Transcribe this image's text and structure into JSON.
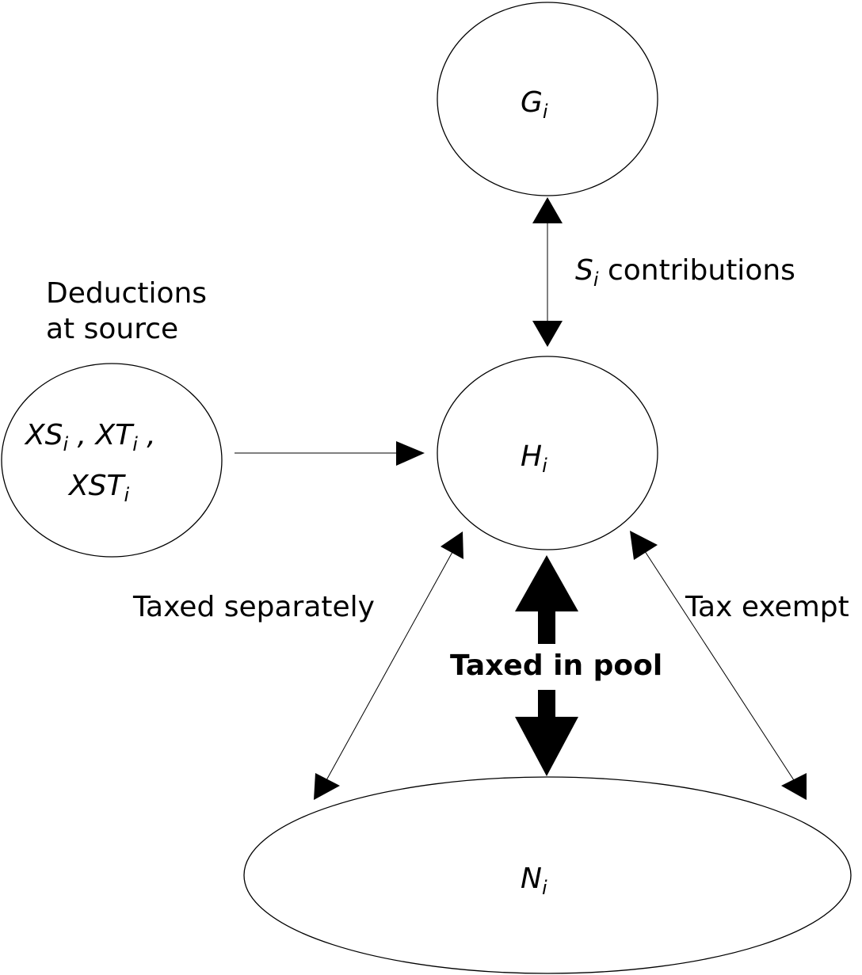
{
  "nodes": {
    "g": {
      "symbol": "G",
      "subscript": "i"
    },
    "h": {
      "symbol": "H",
      "subscript": "i"
    },
    "n": {
      "symbol": "N",
      "subscript": "i"
    },
    "x": {
      "xs_symbol": "XS",
      "xs_subscript": "i",
      "xt_symbol": "XT",
      "xt_subscript": "i",
      "xst_symbol": "XST",
      "xst_subscript": "i",
      "separator": " , ",
      "trailing": " ,"
    }
  },
  "labels": {
    "contributions": {
      "symbol": "S",
      "subscript": "i",
      "text": " contributions"
    },
    "deductions_line1": "Deductions",
    "deductions_line2": "at source",
    "taxed_separately": "Taxed separately",
    "taxed_in_pool": "Taxed in pool",
    "tax_exempt": "Tax exempt"
  }
}
